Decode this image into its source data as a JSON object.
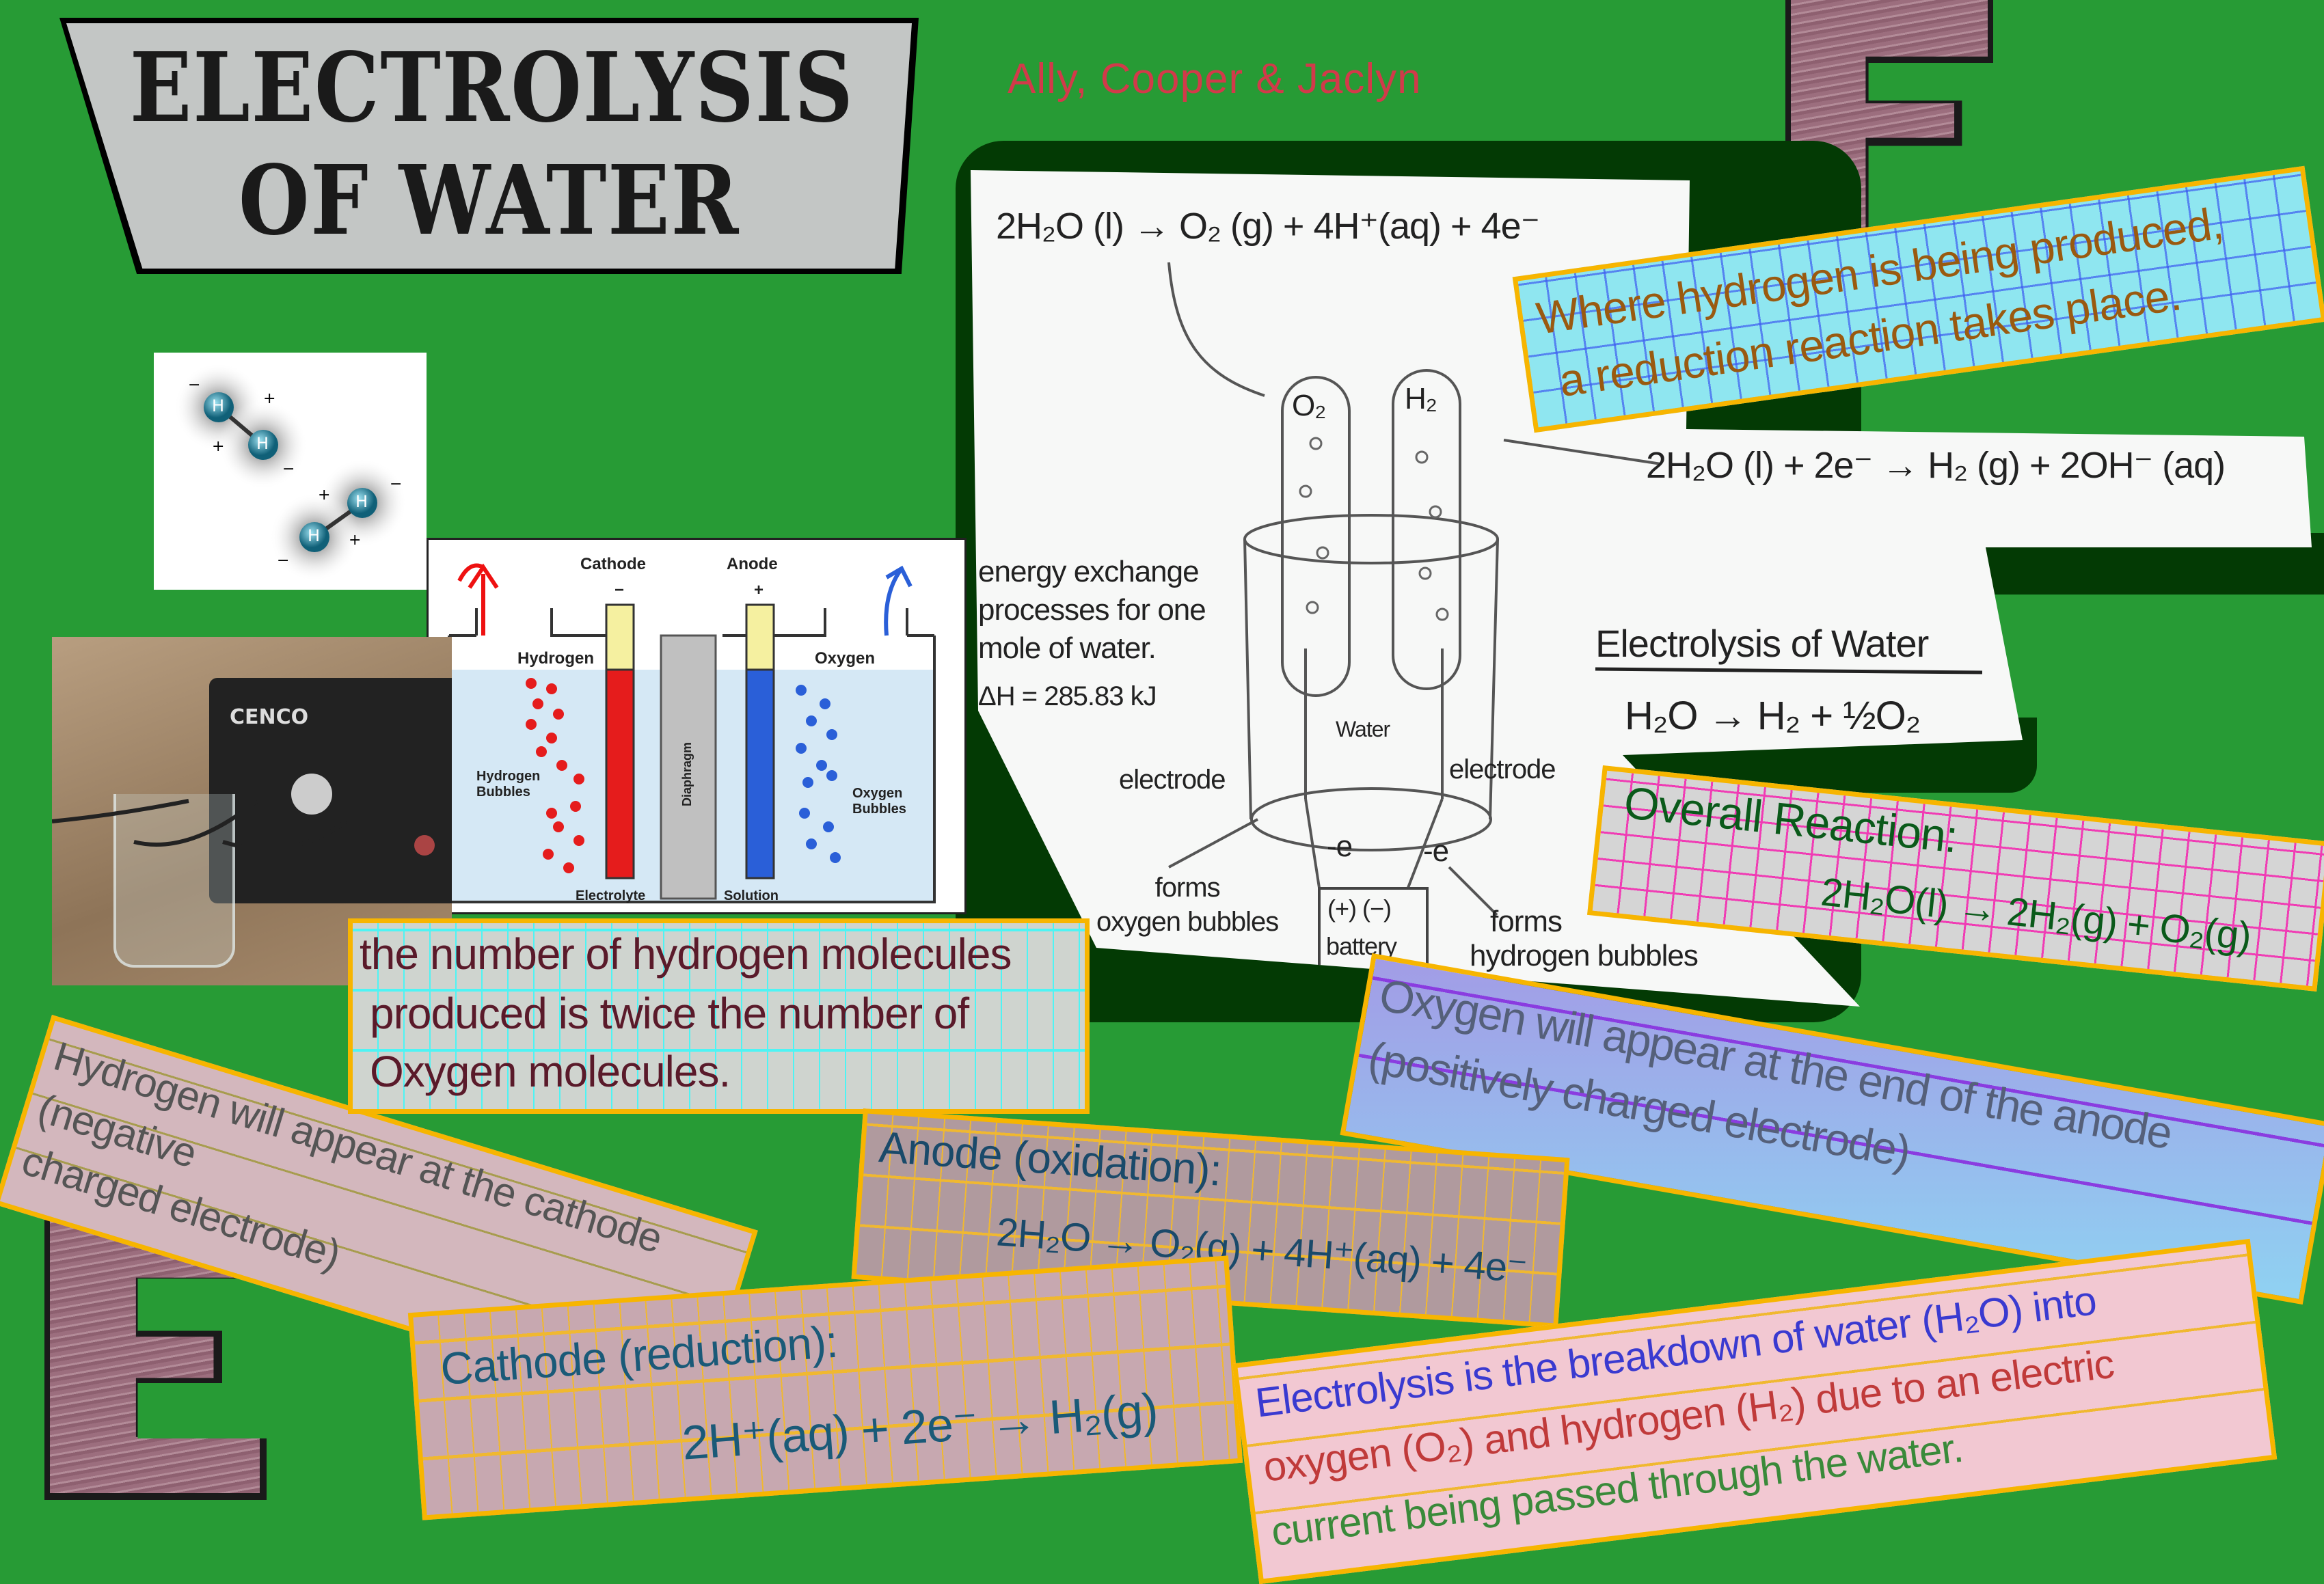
{
  "title": {
    "line1": "ELECTROLYSIS",
    "line2": "OF WATER"
  },
  "authors": "Ally, Cooper & Jaclyn",
  "big_letter": "E",
  "sketch": {
    "anode_equation": "2H₂O (l) → O₂ (g) + 4H⁺(aq) + 4e⁻",
    "cathode_equation": "2H₂O (l) + 2e⁻ → H₂ (g) + 2OH⁻ (aq)",
    "tube_o2": "O₂",
    "tube_h2": "H₂",
    "energy_lines": [
      "energy exchange",
      "processes for one",
      "mole of water."
    ],
    "delta_h": "ΔH = 285.83 kJ",
    "heading": "Electrolysis of Water",
    "summary_equation": "H₂O → H₂ + ½O₂",
    "water_label": "Water",
    "electrode_left": "electrode",
    "electrode_right": "electrode",
    "electron_left": "-e",
    "electron_right": "-e",
    "battery_terminals": "(+) (−)",
    "battery_label": "battery",
    "forms_oxygen": [
      "forms",
      "oxygen bubbles"
    ],
    "forms_hydrogen": [
      "forms",
      "hydrogen bubbles"
    ]
  },
  "cards": {
    "reduction_note": [
      "Where hydrogen is being produced,",
      "a reduction reaction takes place."
    ],
    "overall": {
      "heading": "Overall Reaction:",
      "equation": "2H₂O(l) → 2H₂(g) + O₂(g)"
    },
    "molecules_ratio": [
      "the number of hydrogen molecules",
      "produced is twice the number of",
      "Oxygen molecules."
    ],
    "hydrogen_note": [
      "Hydrogen will appear at the cathode (negative",
      "charged electrode)"
    ],
    "oxygen_note": [
      "Oxygen will appear at the end of the anode",
      "(positively charged electrode)"
    ],
    "anode": {
      "heading": "Anode (oxidation):",
      "equation": "2H₂O → O₂(g) + 4H⁺(aq) + 4e⁻"
    },
    "cathode": {
      "heading": "Cathode (reduction):",
      "equation": "2H⁺(aq) + 2e⁻ → H₂(g)"
    },
    "definition": [
      "Electrolysis is the breakdown of water (H₂O) into",
      "oxygen (O₂) and hydrogen (H₂) due to an electric",
      "current being passed through the water."
    ]
  },
  "molecule": {
    "atom": "H",
    "plus": "+",
    "minus": "−"
  },
  "diagram": {
    "cathode": "Cathode",
    "anode": "Anode",
    "cathode_sign": "−",
    "anode_sign": "+",
    "hydrogen": "Hydrogen",
    "oxygen": "Oxygen",
    "hydrogen_bubbles": [
      "Hydrogen",
      "Bubbles"
    ],
    "oxygen_bubbles": [
      "Oxygen",
      "Bubbles"
    ],
    "diaphragm": "Diaphragm",
    "electrolyte": "Electrolyte",
    "solution": "Solution"
  },
  "photo": {
    "device_brand": "CENCO"
  },
  "colors": {
    "background": "#279b35",
    "card_border": "#f7b500",
    "author_red": "#d23a4a"
  }
}
